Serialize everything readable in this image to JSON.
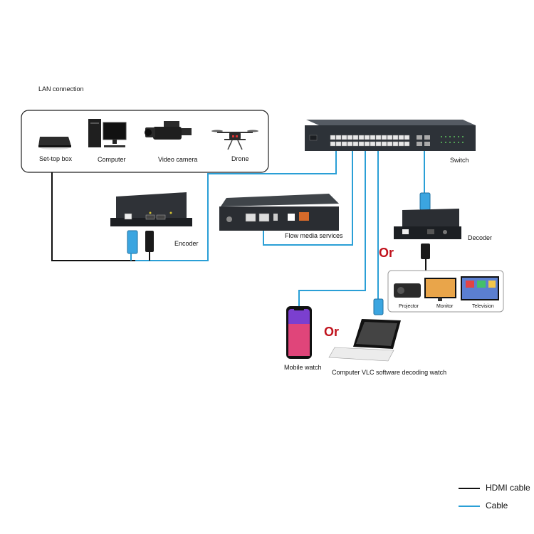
{
  "lan": {
    "title": "LAN connection",
    "devices": [
      "Set-top box",
      "Computer",
      "Video camera",
      "Drone"
    ]
  },
  "switch": {
    "label": "Switch"
  },
  "encoder": {
    "label": "Encoder"
  },
  "flow_media": {
    "label": "Flow media services"
  },
  "decoder": {
    "label": "Decoder"
  },
  "displays": [
    "Projector",
    "Monitor",
    "Television"
  ],
  "or_label": "Or",
  "mobile": {
    "label": "Mobile watch"
  },
  "laptop": {
    "label": "Computer VLC software decoding watch"
  },
  "legend": {
    "hdmi": "HDMI cable",
    "cable": "Cable",
    "hdmi_color": "#111111",
    "cable_color": "#2a9fd6"
  }
}
